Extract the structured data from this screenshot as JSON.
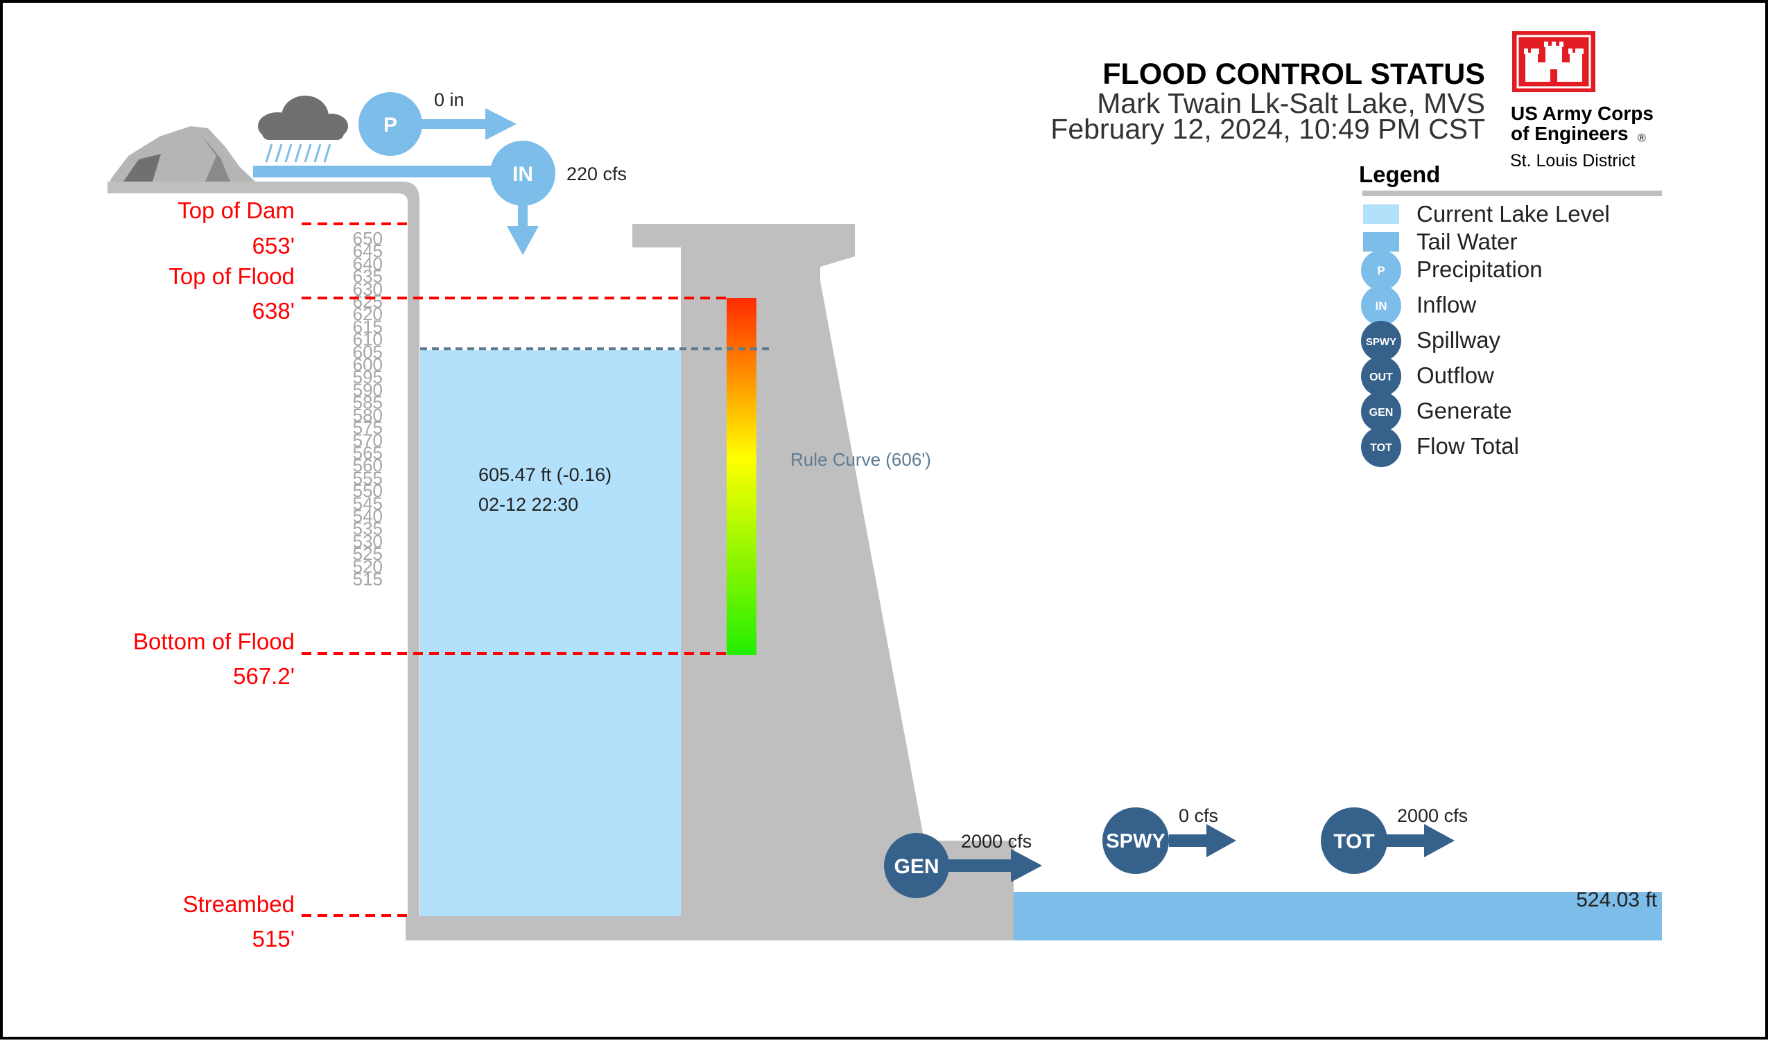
{
  "header": {
    "title": "FLOOD CONTROL STATUS",
    "project": "Mark Twain Lk-Salt Lake, MVS",
    "datetime": "February 12, 2024, 10:49 PM CST"
  },
  "logo": {
    "line1": "US Army Corps",
    "line2": "of Engineers",
    "registered": "®",
    "district": "St. Louis District"
  },
  "legend": {
    "title": "Legend",
    "items": [
      {
        "label": "Current Lake Level",
        "kind": "swatch",
        "color": "#b3e0fb"
      },
      {
        "label": "Tail Water",
        "kind": "swatch",
        "color": "#7dbde9"
      },
      {
        "label": "Precipitation",
        "kind": "circle",
        "code": "P",
        "color": "#7dbde9"
      },
      {
        "label": "Inflow",
        "kind": "circle",
        "code": "IN",
        "color": "#7dbde9"
      },
      {
        "label": "Spillway",
        "kind": "circle",
        "code": "SPWY",
        "color": "#35618b"
      },
      {
        "label": "Outflow",
        "kind": "circle",
        "code": "OUT",
        "color": "#35618b"
      },
      {
        "label": "Generate",
        "kind": "circle",
        "code": "GEN",
        "color": "#35618b"
      },
      {
        "label": "Flow Total",
        "kind": "circle",
        "code": "TOT",
        "color": "#35618b"
      }
    ]
  },
  "scale": {
    "min": 515,
    "max": 650,
    "step": 5,
    "ticks": [
      "650",
      "645",
      "640",
      "635",
      "630",
      "625",
      "620",
      "615",
      "610",
      "605",
      "600",
      "595",
      "590",
      "585",
      "580",
      "575",
      "570",
      "565",
      "560",
      "555",
      "550",
      "545",
      "540",
      "535",
      "530",
      "525",
      "520",
      "515"
    ]
  },
  "levels": {
    "top_of_dam": {
      "label": "Top of Dam",
      "value_label": "653'",
      "value": 653
    },
    "top_of_flood": {
      "label": "Top of Flood",
      "value_label": "638'",
      "value": 638
    },
    "bottom_of_flood": {
      "label": "Bottom of Flood",
      "value_label": "567.2'",
      "value": 567.2
    },
    "streambed": {
      "label": "Streambed",
      "value_label": "515'",
      "value": 515
    }
  },
  "lake": {
    "elevation": 605.47,
    "reading": "605.47 ft (-0.16)",
    "time": "02-12 22:30"
  },
  "rule_curve": {
    "label": "Rule Curve  (606')",
    "value": 606
  },
  "flows": {
    "precip": {
      "code": "P",
      "value": "0 in"
    },
    "inflow": {
      "code": "IN",
      "value": "220 cfs"
    },
    "generate": {
      "code": "GEN",
      "value": "2000 cfs"
    },
    "spillway": {
      "code": "SPWY",
      "value": "0 cfs"
    },
    "total": {
      "code": "TOT",
      "value": "2000 cfs"
    }
  },
  "tailwater": {
    "reading": "524.03 ft",
    "elevation": 524.03
  },
  "colors": {
    "dam": "#bfbfbf",
    "lake": "#b3e0fb",
    "tailwater": "#7dbde9",
    "inflow_blue": "#7dbde9",
    "outflow_blue": "#35618b",
    "level_red": "#ff0000",
    "rule_curve": "#5d7b91",
    "logo_red": "#e31c23"
  }
}
